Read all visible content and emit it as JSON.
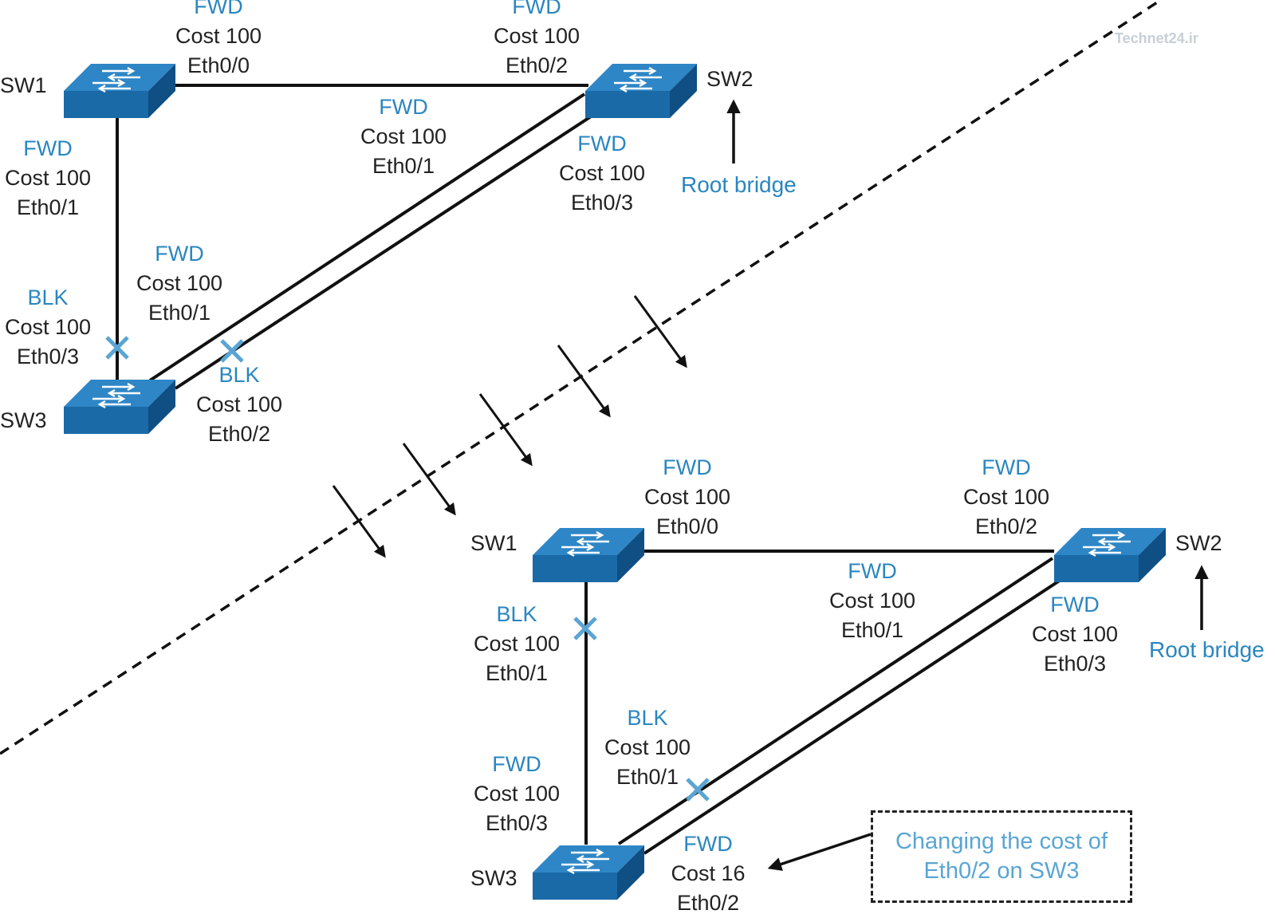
{
  "watermark": "Technet24.ir",
  "colors": {
    "state": "#2a86c0",
    "switch_front": "#1a6aa8",
    "switch_top": "#2e86c6",
    "line": "#111111"
  },
  "before": {
    "switches": {
      "sw1": "SW1",
      "sw2": "SW2",
      "sw3": "SW3"
    },
    "root_label": "Root bridge",
    "ports": {
      "sw1_eth00": {
        "state": "FWD",
        "cost": "Cost 100",
        "port": "Eth0/0"
      },
      "sw1_eth01": {
        "state": "FWD",
        "cost": "Cost 100",
        "port": "Eth0/1"
      },
      "sw2_eth02": {
        "state": "FWD",
        "cost": "Cost 100",
        "port": "Eth0/2"
      },
      "sw2_eth01": {
        "state": "FWD",
        "cost": "Cost 100",
        "port": "Eth0/1"
      },
      "sw2_eth03": {
        "state": "FWD",
        "cost": "Cost 100",
        "port": "Eth0/3"
      },
      "sw3_eth01": {
        "state": "FWD",
        "cost": "Cost 100",
        "port": "Eth0/1"
      },
      "sw3_eth03": {
        "state": "BLK",
        "cost": "Cost 100",
        "port": "Eth0/3"
      },
      "sw3_eth02": {
        "state": "BLK",
        "cost": "Cost 100",
        "port": "Eth0/2"
      }
    }
  },
  "after": {
    "switches": {
      "sw1": "SW1",
      "sw2": "SW2",
      "sw3": "SW3"
    },
    "root_label": "Root bridge",
    "ports": {
      "sw1_eth00": {
        "state": "FWD",
        "cost": "Cost 100",
        "port": "Eth0/0"
      },
      "sw1_eth01": {
        "state": "BLK",
        "cost": "Cost 100",
        "port": "Eth0/1"
      },
      "sw2_eth02": {
        "state": "FWD",
        "cost": "Cost 100",
        "port": "Eth0/2"
      },
      "sw2_eth01": {
        "state": "FWD",
        "cost": "Cost 100",
        "port": "Eth0/1"
      },
      "sw2_eth03": {
        "state": "FWD",
        "cost": "Cost 100",
        "port": "Eth0/3"
      },
      "sw3_eth01": {
        "state": "BLK",
        "cost": "Cost 100",
        "port": "Eth0/1"
      },
      "sw3_eth03": {
        "state": "FWD",
        "cost": "Cost 100",
        "port": "Eth0/3"
      },
      "sw3_eth02": {
        "state": "FWD",
        "cost": "Cost 16",
        "port": "Eth0/2"
      }
    }
  },
  "note": {
    "line1": "Changing the cost of",
    "line2": "Eth0/2 on SW3"
  }
}
